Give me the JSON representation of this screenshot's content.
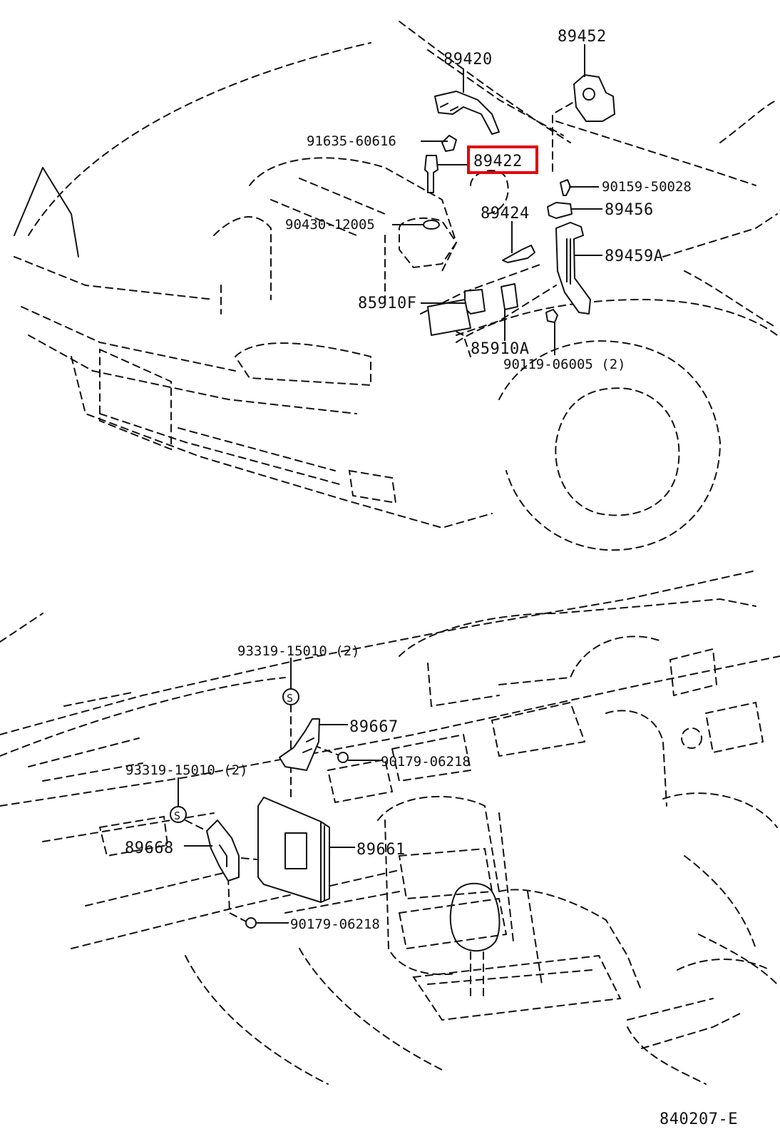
{
  "diagram": {
    "type": "exploded parts diagram",
    "sections": {
      "engine_bay": {
        "description": "Front of vehicle, engine compartment",
        "labels": [
          {
            "id": "p89452",
            "text": "89452"
          },
          {
            "id": "p89420",
            "text": "89420"
          },
          {
            "id": "p91635",
            "text": "91635-60616"
          },
          {
            "id": "p89422",
            "text": "89422",
            "highlighted": true
          },
          {
            "id": "p90159",
            "text": "90159-50028"
          },
          {
            "id": "p90430",
            "text": "90430-12005"
          },
          {
            "id": "p89424",
            "text": "89424"
          },
          {
            "id": "p89456",
            "text": "89456"
          },
          {
            "id": "p89459A",
            "text": "89459A"
          },
          {
            "id": "p85910F",
            "text": "85910F"
          },
          {
            "id": "p85910A",
            "text": "85910A"
          },
          {
            "id": "p90119",
            "text": "90119-06005 (2)"
          }
        ]
      },
      "interior": {
        "description": "Dashboard and center console",
        "labels": [
          {
            "id": "p93319a",
            "text": "93319-15010 (2)"
          },
          {
            "id": "p89667",
            "text": "89667"
          },
          {
            "id": "p90179a",
            "text": "90179-06218"
          },
          {
            "id": "p93319b",
            "text": "93319-15010 (2)"
          },
          {
            "id": "p89668",
            "text": "89668"
          },
          {
            "id": "p89661",
            "text": "89661"
          },
          {
            "id": "p90179b",
            "text": "90179-06218"
          }
        ],
        "screw_symbol": "S"
      }
    },
    "highlight_color": "#e3000b",
    "line_color": "#111111",
    "figure_code": "840207-E"
  }
}
